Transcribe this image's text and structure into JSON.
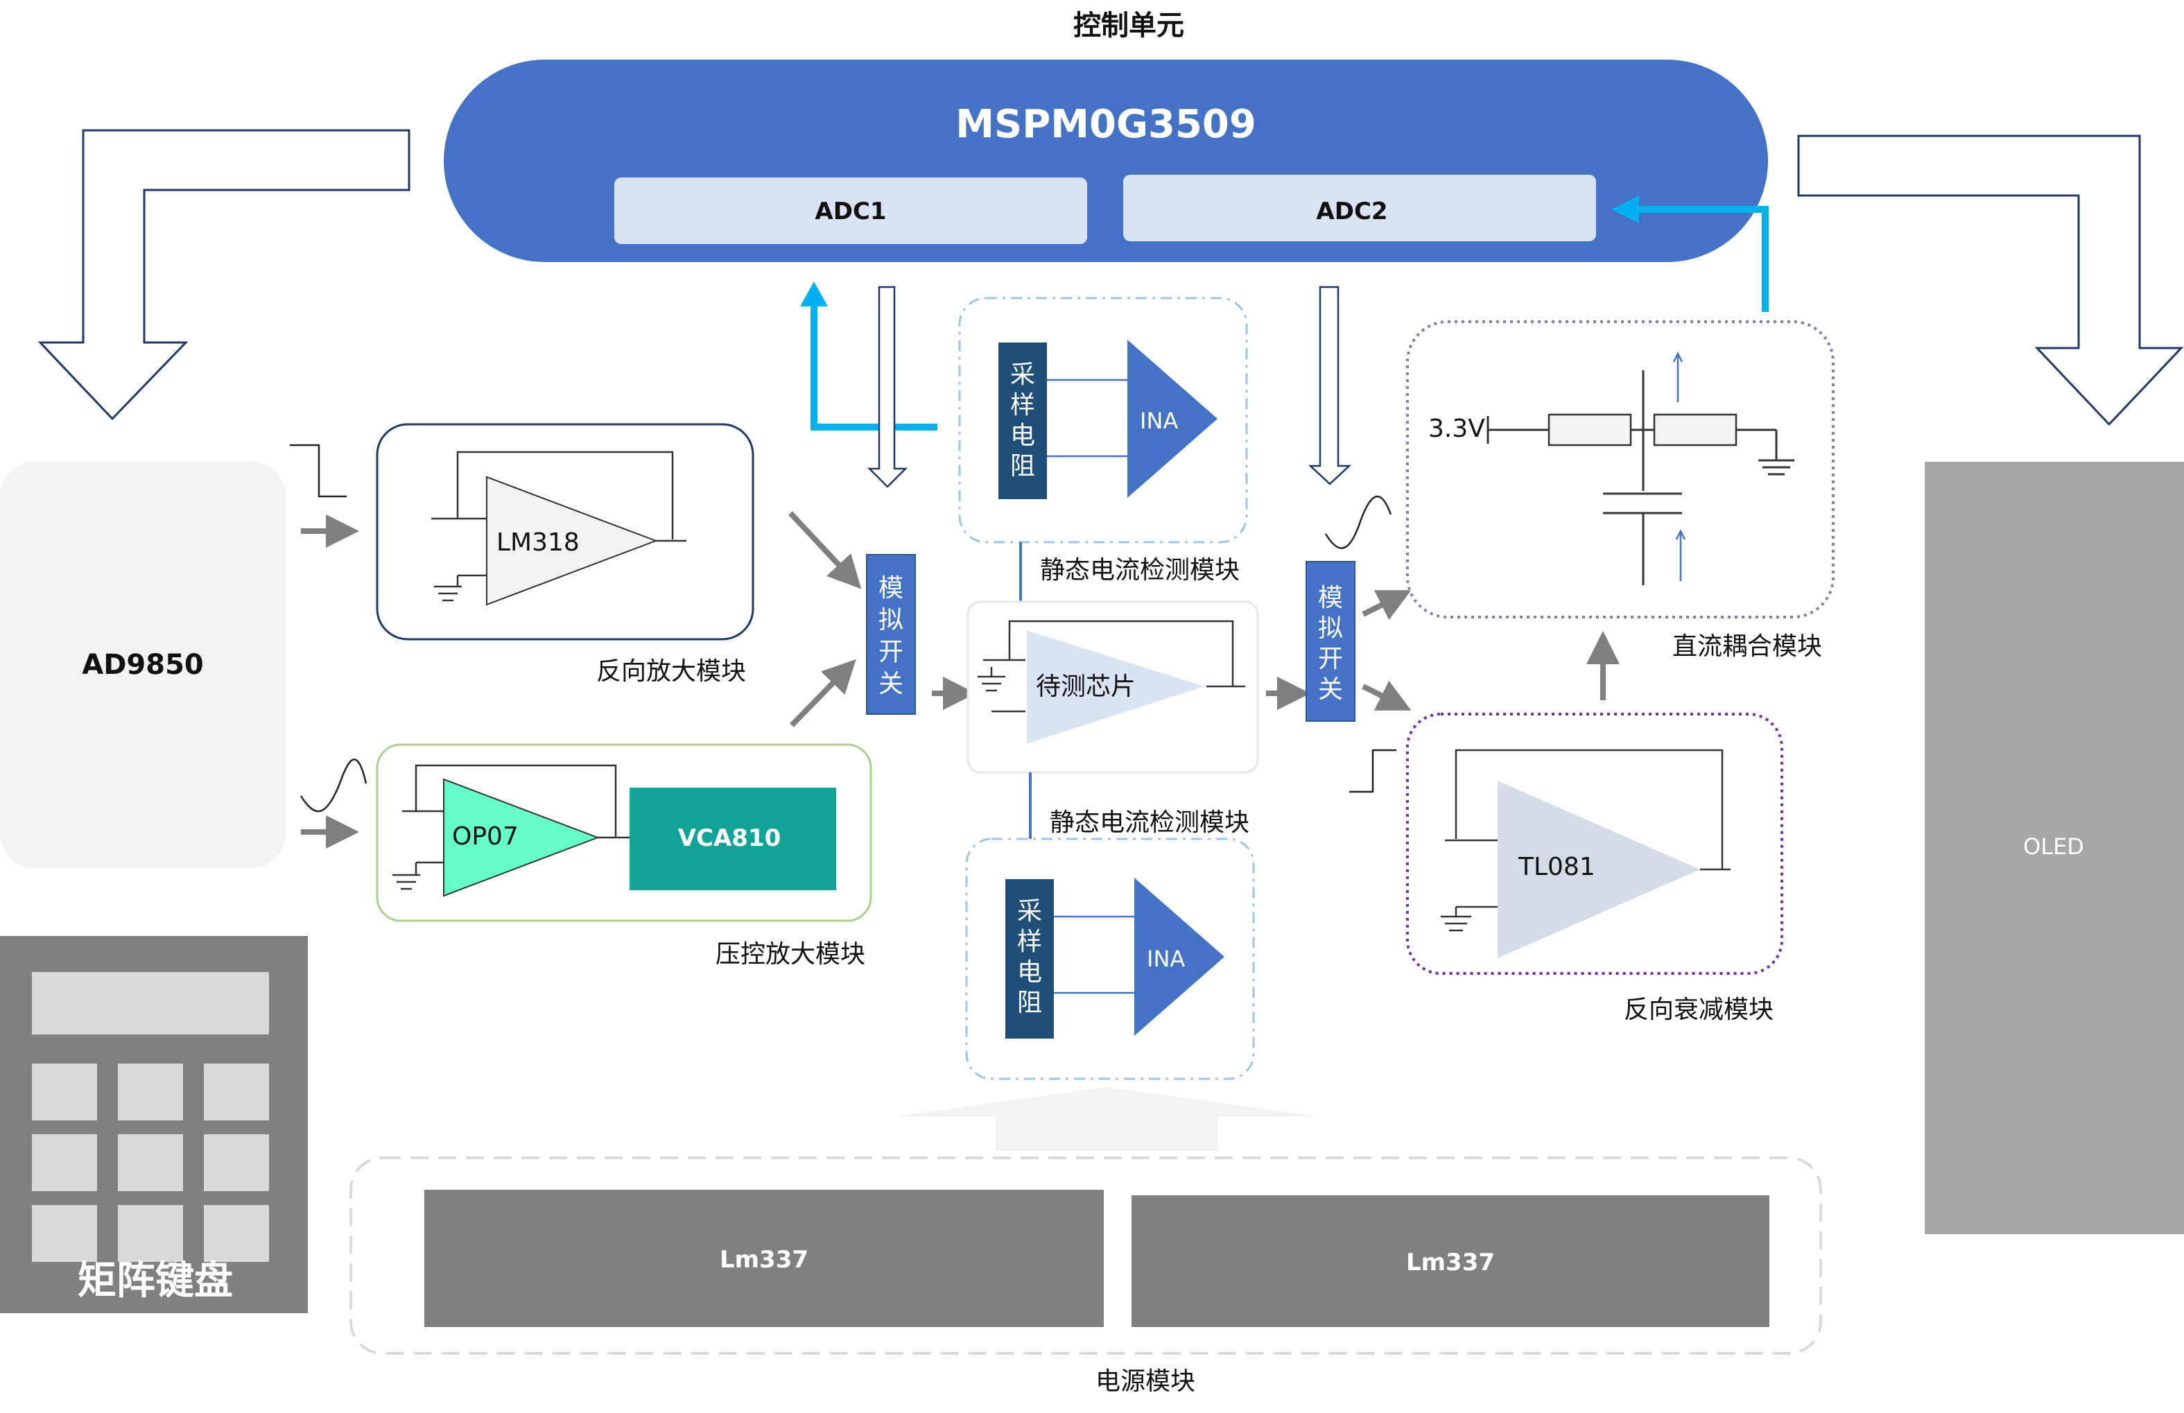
{
  "control_unit": {
    "title": "控制单元",
    "mcu": "MSPM0G3509",
    "adc1": "ADC1",
    "adc2": "ADC2"
  },
  "signal_source": "AD9850",
  "keypad": "矩阵键盘",
  "display": "OLED",
  "inverting_amp": {
    "chip": "LM318",
    "caption": "反向放大模块"
  },
  "vca_amp": {
    "opamp": "OP07",
    "vca": "VCA810",
    "caption": "压控放大模块"
  },
  "analog_switch_1": [
    "模",
    "拟",
    "开",
    "关"
  ],
  "analog_switch_2": [
    "模",
    "拟",
    "开",
    "关"
  ],
  "current_detect_top": {
    "resistor": [
      "采",
      "样",
      "电",
      "阻"
    ],
    "ina": "INA",
    "caption": "静态电流检测模块"
  },
  "current_detect_bottom": {
    "resistor": [
      "采",
      "样",
      "电",
      "阻"
    ],
    "ina": "INA",
    "caption": "静态电流检测模块"
  },
  "dut": "待测芯片",
  "dc_coupling": {
    "voltage": "3.3V",
    "caption": "直流耦合模块"
  },
  "inverting_att": {
    "chip": "TL081",
    "caption": "反向衰减模块"
  },
  "power": {
    "reg1": "Lm337",
    "reg2": "Lm337",
    "caption": "电源模块"
  },
  "colors": {
    "mcu_blue": "#4472C4",
    "adc_box": "#DAE3F3",
    "cyan_arrow": "#00B0F0",
    "vca_teal": "#13A396",
    "op07_green": "#66FFCC",
    "keypad_gray": "#808080",
    "oled_gray": "#A6A6A6",
    "power_gray": "#808080",
    "navy_resistor": "#1F4E79"
  }
}
